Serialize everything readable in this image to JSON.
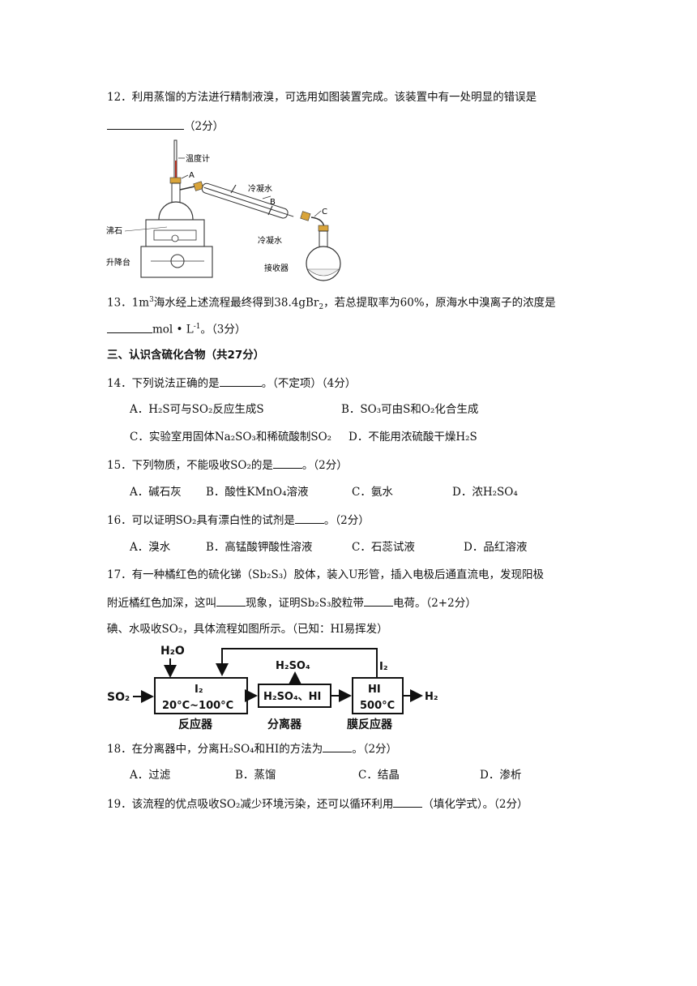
{
  "q12": {
    "text": "12．利用蒸馏的方法进行精制液溴，可选用如图装置完成。该装置中有一处明显的错误是",
    "score": "（2分）"
  },
  "apparatus": {
    "thermometer": "温度计",
    "a": "A",
    "b": "B",
    "c": "C",
    "water_in": "冷凝水",
    "water_out": "冷凝水",
    "boiling_chip": "沸石",
    "lift": "升降台",
    "receiver": "接收器"
  },
  "q13": {
    "l1a": "13．1m",
    "l1sup": "3",
    "l1b": "海水经上述流程最终得到38.4gBr",
    "l1sub": "2",
    "l1c": "，若总提取率为60%，原海水中溴离子的浓度是",
    "l2a": "mol • L",
    "l2sup": "-1",
    "l2b": "。（3分）"
  },
  "section3": "三、认识含硫化合物（共27分）",
  "q14": {
    "stem_a": "14．下列说法正确的是",
    "stem_b": "。（不定项）（4分）",
    "A": "A．H₂S可与SO₂反应生成S",
    "B": "B．SO₃可由S和O₂化合生成",
    "C": "C．实验室用固体Na₂SO₃和稀硫酸制SO₂",
    "D": "D．不能用浓硫酸干燥H₂S"
  },
  "q15": {
    "stem_a": "15．下列物质，不能吸收SO₂的是",
    "stem_b": "。（2分）",
    "A": "A．碱石灰",
    "B": "B．酸性KMnO₄溶液",
    "C": "C．氨水",
    "D": "D．浓H₂SO₄"
  },
  "q16": {
    "stem_a": "16．可以证明SO₂具有漂白性的试剂是",
    "stem_b": "。（2分）",
    "A": "A．溴水",
    "B": "B．高锰酸钾酸性溶液",
    "C": "C．石蕊试液",
    "D": "D．品红溶液"
  },
  "q17": {
    "l1": "17．有一种橘红色的硫化锑（Sb₂S₃）胶体，装入U形管，插入电极后通直流电，发现阳极",
    "l2a": "附近橘红色加深，这叫",
    "l2b": "现象，证明Sb₂S₃胶粒带",
    "l2c": "电荷。（2+2分）"
  },
  "flow_intro": "碘、水吸收SO₂，具体流程如图所示。（已知：HI易挥发）",
  "flow": {
    "h2o": "H₂O",
    "so2": "SO₂",
    "r_top": "I₂",
    "r_temp": "20°C~100°C",
    "reactor": "反应器",
    "h2so4_out": "H₂SO₄",
    "sep_box": "H₂SO₄、HI",
    "separator": "分离器",
    "i2_return": "I₂",
    "m_top": "HI",
    "m_temp": "500°C",
    "membrane": "膜反应器",
    "h2": "H₂"
  },
  "q18": {
    "stem_a": "18．在分离器中，分离H₂SO₄和HI的方法为",
    "stem_b": "。（2分）",
    "A": "A．过滤",
    "B": "B．蒸馏",
    "C": "C．结晶",
    "D": "D．渗析"
  },
  "q19": {
    "stem_a": "19．该流程的优点吸收SO₂减少环境污染，还可以循环利用",
    "stem_b": "（填化学式）。（2分）"
  }
}
